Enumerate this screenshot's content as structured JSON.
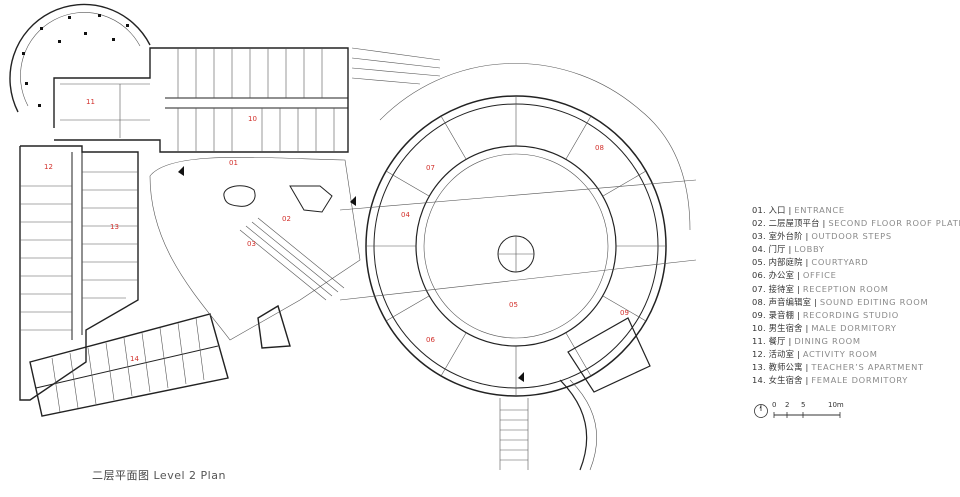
{
  "room_tags": [
    "01",
    "02",
    "03",
    "04",
    "05",
    "06",
    "07",
    "08",
    "09",
    "10",
    "11",
    "12",
    "13",
    "14"
  ],
  "legend": [
    {
      "num": "01.",
      "cn": "入口",
      "en": "ENTRANCE"
    },
    {
      "num": "02.",
      "cn": "二层屋顶平台",
      "en": "SECOND FLOOR ROOF PLATFORM"
    },
    {
      "num": "03.",
      "cn": "室外台阶",
      "en": "OUTDOOR STEPS"
    },
    {
      "num": "04.",
      "cn": "门厅",
      "en": "LOBBY"
    },
    {
      "num": "05.",
      "cn": "内部庭院",
      "en": "COURTYARD"
    },
    {
      "num": "06.",
      "cn": "办公室",
      "en": "OFFICE"
    },
    {
      "num": "07.",
      "cn": "接待室",
      "en": "RECEPTION ROOM"
    },
    {
      "num": "08.",
      "cn": "声音编辑室",
      "en": "SOUND EDITING ROOM"
    },
    {
      "num": "09.",
      "cn": "录音棚",
      "en": "RECORDING STUDIO"
    },
    {
      "num": "10.",
      "cn": "男生宿舍",
      "en": "MALE DORMITORY"
    },
    {
      "num": "11.",
      "cn": "餐厅",
      "en": "DINING ROOM"
    },
    {
      "num": "12.",
      "cn": "活动室",
      "en": "ACTIVITY ROOM"
    },
    {
      "num": "13.",
      "cn": "教师公寓",
      "en": "TEACHER’S APARTMENT"
    },
    {
      "num": "14.",
      "cn": "女生宿舍",
      "en": "FEMALE DORMITORY"
    }
  ],
  "scale_bar": {
    "ticks": [
      "0",
      "2",
      "5",
      "10m"
    ]
  },
  "title": {
    "cn": "二层平面图",
    "en": "Level 2 Plan"
  }
}
